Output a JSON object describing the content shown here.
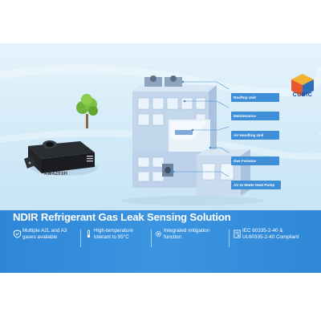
{
  "brand": {
    "logo_text": "CUBIC",
    "logo_colors": [
      "#f2b233",
      "#e8572d",
      "#2c6fb7",
      "#59b3e6"
    ]
  },
  "product": {
    "model": "AM4203H"
  },
  "callouts": [
    {
      "label": "Rooftop Unit"
    },
    {
      "label": "Maintenance"
    },
    {
      "label": "Air Handling Unit"
    },
    {
      "label": "Gas Furnace"
    },
    {
      "label": "Air to Water Heat Pump"
    }
  ],
  "banner": {
    "title": "NDIR Refrigerant Gas Leak Sensing Solution",
    "background": "#2e86d8",
    "features": [
      {
        "icon": "shield-icon",
        "lines": [
          "Multiple A2L and A3",
          "gases available"
        ]
      },
      {
        "icon": "thermometer-icon",
        "lines": [
          "High-temperature",
          "tolerant to 95°C"
        ]
      },
      {
        "icon": "gear-icon",
        "lines": [
          "Integrated mitigation",
          "function"
        ]
      },
      {
        "icon": "certificate-icon",
        "lines": [
          "IEC 60335-2-40 &",
          "UL60335-2-40 Compliant"
        ]
      }
    ]
  },
  "colors": {
    "accent": "#3f8fd8",
    "building": "#b7cde6",
    "sky": "#d3ebf8"
  }
}
